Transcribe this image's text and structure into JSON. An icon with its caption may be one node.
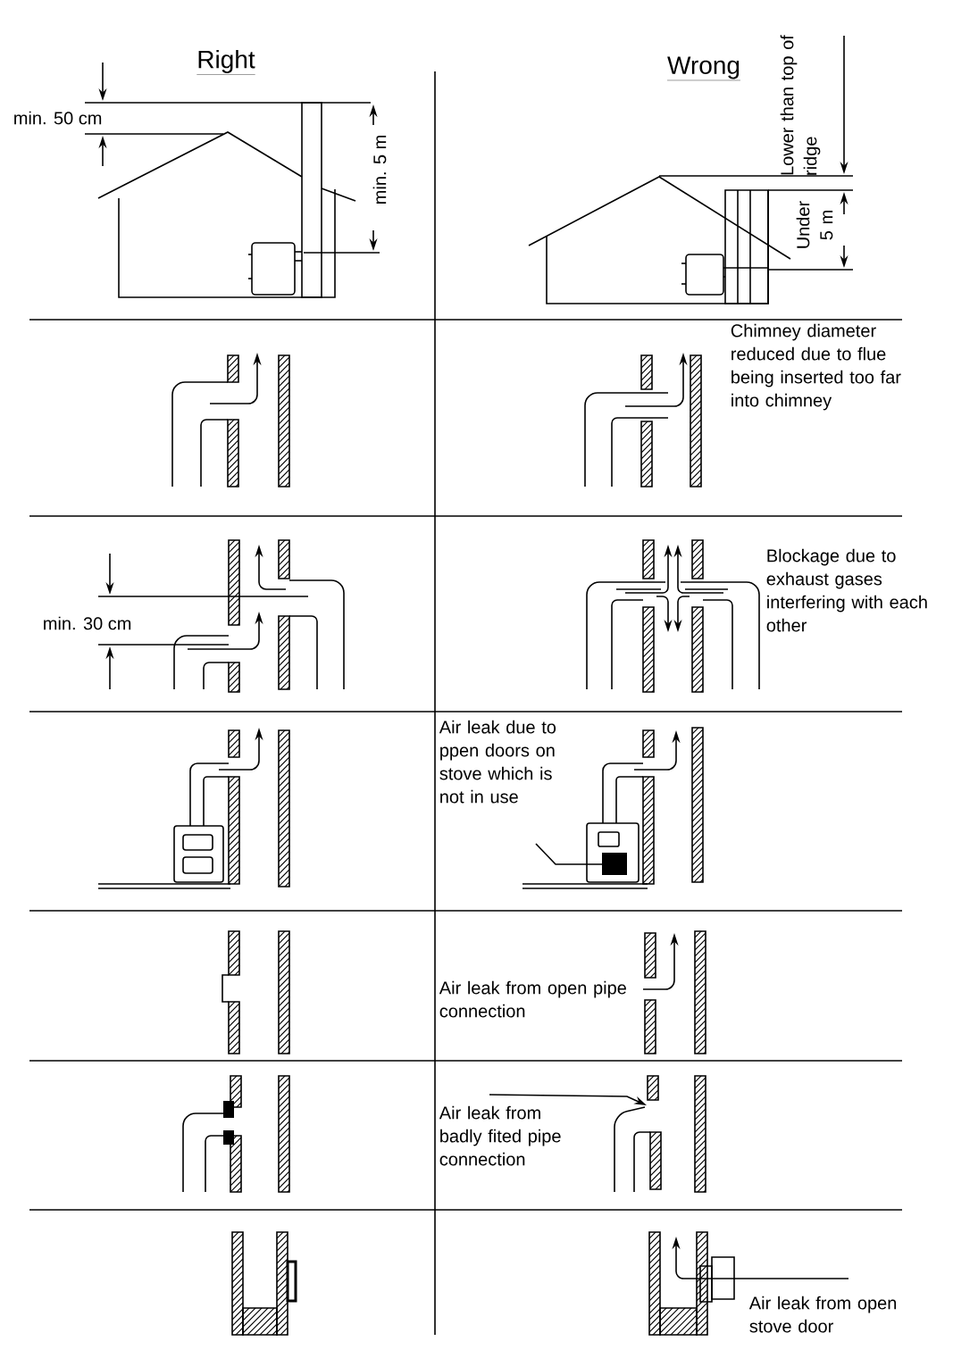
{
  "diagram": {
    "labels": [
      "Right",
      "Wrong",
      "Lower than top of ridge",
      "min. 50 cm",
      "min. 5 m",
      "Under 5 m",
      "Chimney diameter reduced due to flue being inserted too far into chimney",
      "Blockage due to exhaust gases interfering with each other",
      "min. 30 cm",
      "Air leak due to ppen doors on stove which is not in use",
      "Air leak from open pipe connection",
      "Air leak from badly fited pipe connection",
      "Air leak from open stove door"
    ]
  }
}
